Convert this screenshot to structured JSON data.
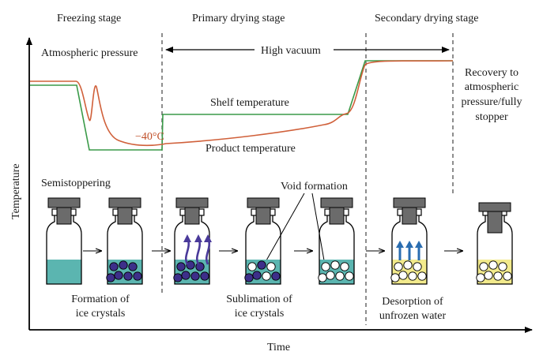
{
  "stages": {
    "freezing": "Freezing stage",
    "primary": "Primary drying stage",
    "secondary": "Secondary drying stage"
  },
  "labels": {
    "atmospheric_pressure": "Atmospheric pressure",
    "high_vacuum": "High vacuum",
    "shelf_temperature": "Shelf temperature",
    "product_temperature": "Product temperature",
    "minus40": "−40°C",
    "recovery_line1": "Recovery to",
    "recovery_line2": "atmospheric",
    "recovery_line3": "pressure/fully",
    "recovery_line4": "stopper",
    "semistoppering": "Semistoppering",
    "void_formation": "Void formation",
    "formation_line1": "Formation of",
    "formation_line2": "ice crystals",
    "sublimation_line1": "Sublimation of",
    "sublimation_line2": "ice crystals",
    "desorption_line1": "Desorption of",
    "desorption_line2": "unfrozen water"
  },
  "axes": {
    "x_label": "Time",
    "y_label": "Temperature"
  },
  "colors": {
    "shelf_line": "#3a9a48",
    "product_line": "#d0603a",
    "liquid": "#5bb5b0",
    "ice_crystal": "#3d2f8a",
    "dry_cake": "#f2ea8c",
    "vapor_arrow": "#4a3a9a",
    "desorption_arrow": "#2a6db0",
    "cap": "#6b6b6b"
  }
}
